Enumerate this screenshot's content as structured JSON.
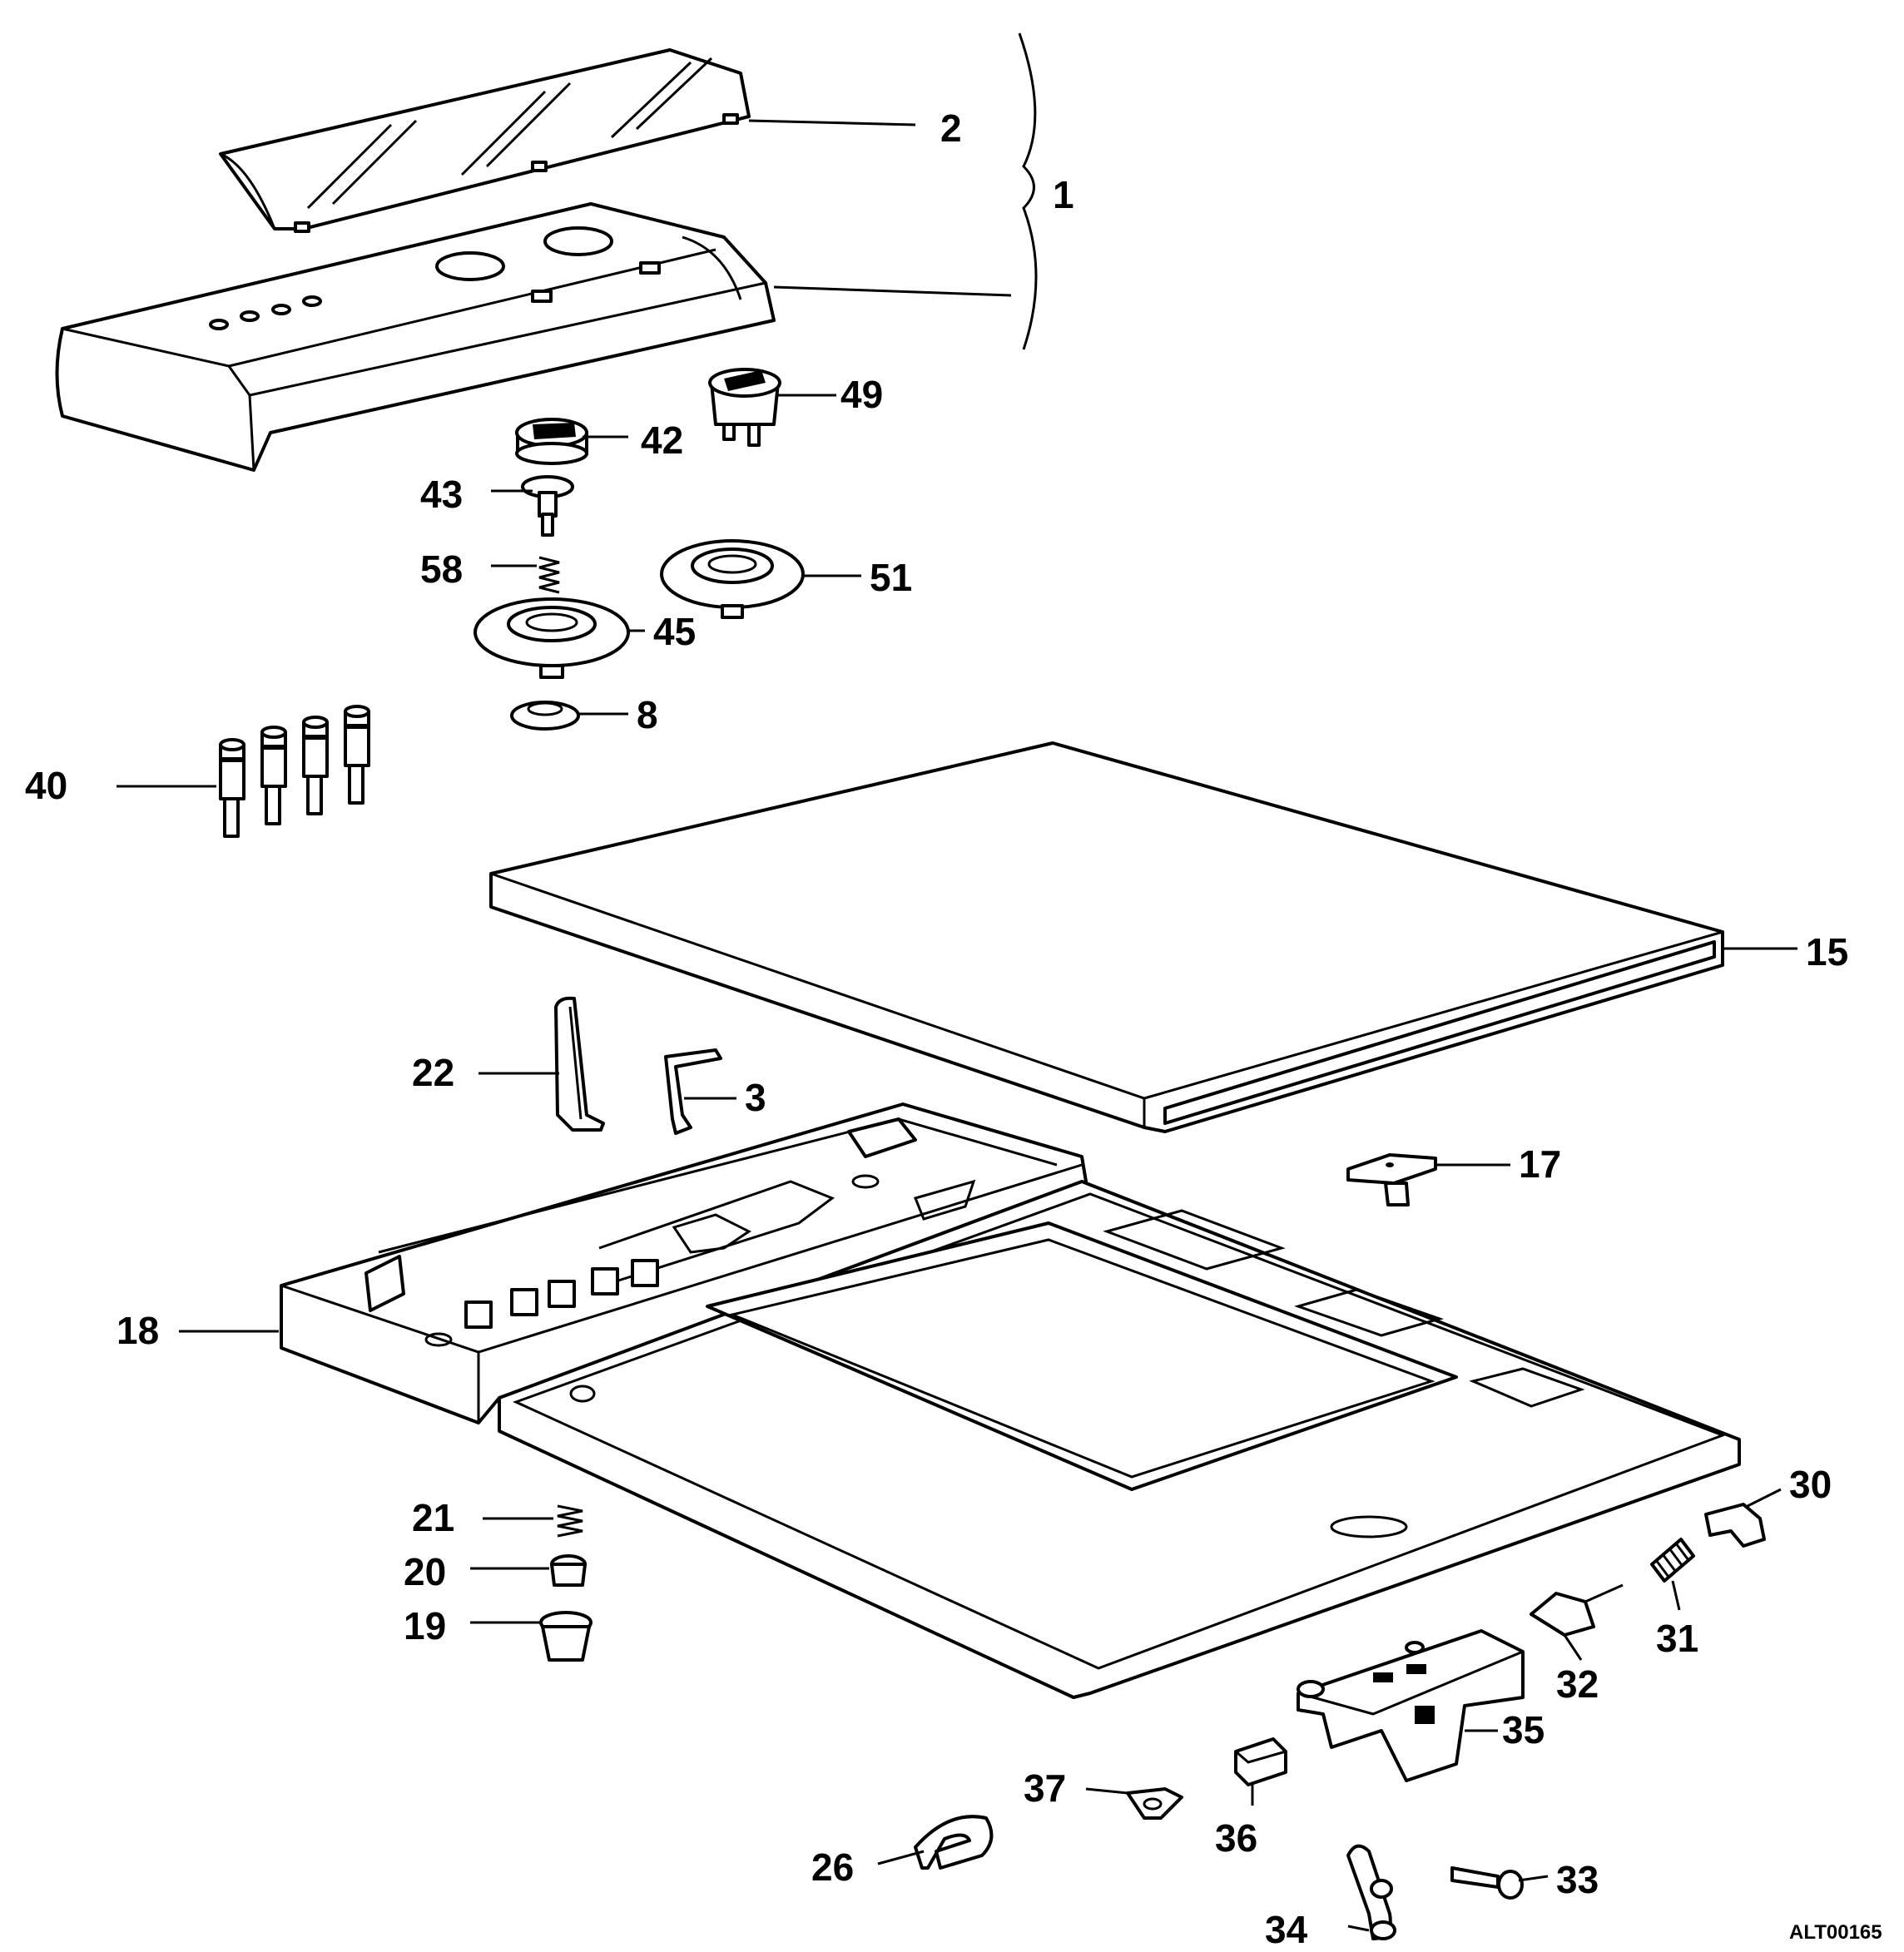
{
  "labels": {
    "l1": "1",
    "l2": "2",
    "l3": "3",
    "l8": "8",
    "l15": "15",
    "l17": "17",
    "l18": "18",
    "l19": "19",
    "l20": "20",
    "l21": "21",
    "l22": "22",
    "l26": "26",
    "l30": "30",
    "l31": "31",
    "l32": "32",
    "l33": "33",
    "l34": "34",
    "l35": "35",
    "l36": "36",
    "l37": "37",
    "l40": "40",
    "l42": "42",
    "l43": "43",
    "l45": "45",
    "l49": "49",
    "l51": "51",
    "l58": "58"
  },
  "drawing_code": "ALT00165"
}
